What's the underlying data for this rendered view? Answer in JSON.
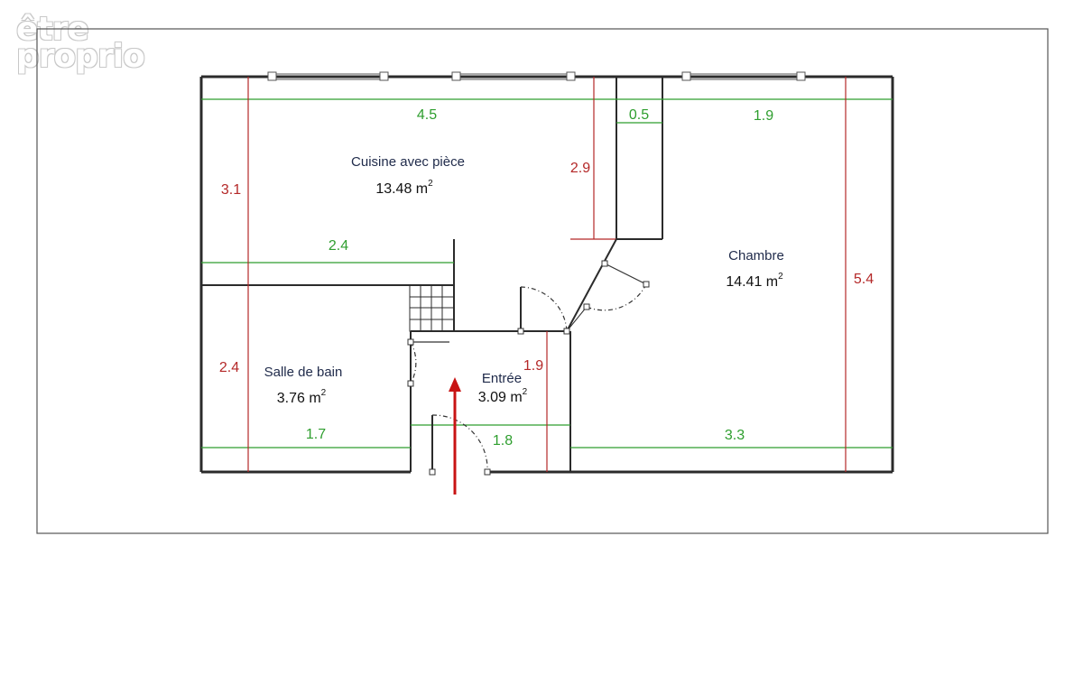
{
  "watermark": {
    "line1": "être",
    "line2": "proprio"
  },
  "colors": {
    "wall": "#2b2b2b",
    "dim_horizontal": "#2e9e2e",
    "dim_vertical": "#b42828",
    "entry_arrow": "#c81414",
    "frame": "#555555"
  },
  "rooms": {
    "cuisine": {
      "name": "Cuisine avec pièce",
      "area": "13.48 m",
      "unit_exp": "2"
    },
    "chambre": {
      "name": "Chambre",
      "area": "14.41 m",
      "unit_exp": "2"
    },
    "salle_de_bain": {
      "name": "Salle de bain",
      "area": "3.76 m",
      "unit_exp": "2"
    },
    "entree": {
      "name": "Entrée",
      "area": "3.09 m",
      "unit_exp": "2"
    }
  },
  "dimensions": {
    "cuisine_width": "4.5",
    "closet_width": "0.5",
    "chambre_top_width": "1.9",
    "cuisine_height": "3.1",
    "closet_height": "2.9",
    "cuisine_lower_width": "2.4",
    "chambre_height": "5.4",
    "sdb_height": "2.4",
    "entree_height": "1.9",
    "sdb_width": "1.7",
    "entree_width": "1.8",
    "chambre_bottom_width": "3.3"
  }
}
